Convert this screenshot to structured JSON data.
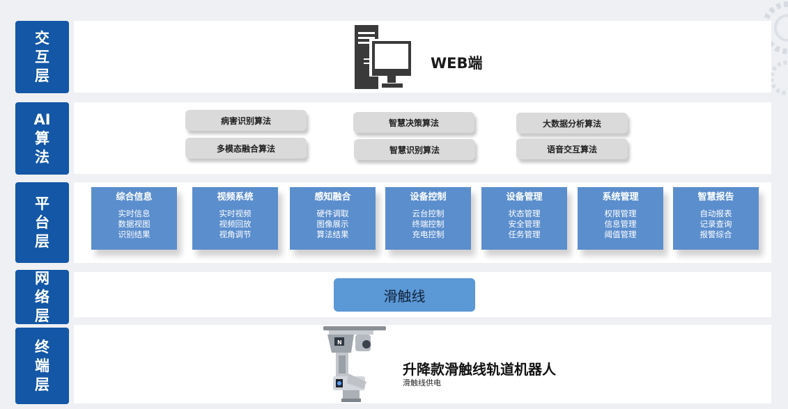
{
  "layers": {
    "interaction": {
      "label": "交互层",
      "title": "WEB端"
    },
    "ai": {
      "label": "AI算法",
      "items": [
        "病害识别算法",
        "多模态融合算法",
        "智慧决策算法",
        "智慧识别算法",
        "大数据分析算法",
        "语音交互算法"
      ]
    },
    "platform": {
      "label": "平台层",
      "modules": [
        {
          "title": "综合信息",
          "items": [
            "实时信息",
            "数据视图",
            "识别结果"
          ]
        },
        {
          "title": "视频系统",
          "items": [
            "实时视频",
            "视频回放",
            "视角调节"
          ]
        },
        {
          "title": "感知融合",
          "items": [
            "硬件调取",
            "图像展示",
            "算法结果"
          ]
        },
        {
          "title": "设备控制",
          "items": [
            "云台控制",
            "终端控制",
            "充电控制"
          ]
        },
        {
          "title": "设备管理",
          "items": [
            "状态管理",
            "安全管理",
            "任务管理"
          ]
        },
        {
          "title": "系统管理",
          "items": [
            "权限管理",
            "信息管理",
            "阈值管理"
          ]
        },
        {
          "title": "智慧报告",
          "items": [
            "自动报表",
            "记录查询",
            "报警综合"
          ]
        }
      ]
    },
    "network": {
      "label": "网络层",
      "item": "滑触线"
    },
    "terminal": {
      "label": "终端层",
      "title": "升降款滑触线轨道机器人",
      "subtitle": "滑触线供电"
    }
  },
  "colors": {
    "label_bg": "#1357a6",
    "module_bg": "#5b8ecd",
    "bus_bg": "#5b98d6",
    "pill_bg": "#dadada"
  },
  "icons": [
    "computer-tower-monitor-icon",
    "rail-robot-image"
  ]
}
